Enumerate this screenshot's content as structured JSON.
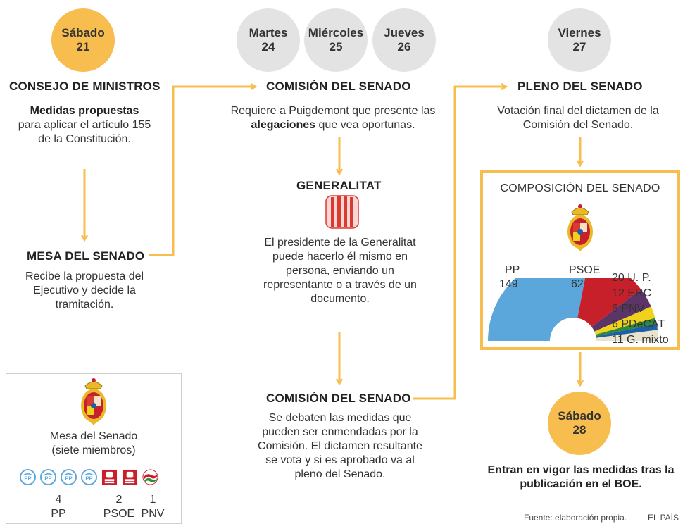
{
  "dates": {
    "sat21": {
      "day": "Sábado",
      "num": "21"
    },
    "tue24": {
      "day": "Martes",
      "num": "24"
    },
    "wed25": {
      "day": "Miércoles",
      "num": "25"
    },
    "thu26": {
      "day": "Jueves",
      "num": "26"
    },
    "fri27": {
      "day": "Viernes",
      "num": "27"
    },
    "sat28": {
      "day": "Sábado",
      "num": "28"
    }
  },
  "consejo": {
    "title": "CONSEJO DE MINISTROS",
    "text_bold": "Medidas propuestas",
    "text_rest": "para aplicar el artículo 155 de la Constitución."
  },
  "mesa": {
    "title": "MESA DEL SENADO",
    "text": "Recibe la propuesta del Ejecutivo y decide la tramitación."
  },
  "comision1": {
    "title": "COMISIÓN DEL SENADO",
    "text_a": "Requiere a Puigdemont que presente las",
    "text_bold": "alegaciones",
    "text_b": "que vea oportunas."
  },
  "generalitat": {
    "title": "GENERALITAT",
    "text": "El presidente de la Generalitat puede hacerlo él mismo en persona, enviando un representante o a través de un documento."
  },
  "comision2": {
    "title": "COMISIÓN DEL SENADO",
    "text": "Se debaten las medidas que pueden ser enmendadas por la Comisión. El dictamen resultante se vota y si es aprobado va al pleno del Senado."
  },
  "pleno": {
    "title": "PLENO DEL SENADO",
    "text": "Votación final del dictamen de la Comisión del Senado."
  },
  "composicion": {
    "title": "COMPOSICIÓN DEL SENADO",
    "labels": {
      "pp_name": "PP",
      "pp_seats": "149",
      "psoe_name": "PSOE",
      "psoe_seats": "62",
      "up": "20 U. P.",
      "erc": "12 ERC",
      "pnv": "6 PNV",
      "pdecat": "6 PDeCAT",
      "mixto": "11 G. mixto"
    }
  },
  "chart_data": {
    "type": "pie",
    "title": "COMPOSICIÓN DEL SENADO",
    "series": [
      {
        "name": "PP",
        "value": 149,
        "color": "#5ba7dc"
      },
      {
        "name": "PSOE",
        "value": 62,
        "color": "#c8202a"
      },
      {
        "name": "U. P.",
        "value": 20,
        "color": "#5b3568"
      },
      {
        "name": "ERC",
        "value": 12,
        "color": "#f0d21a"
      },
      {
        "name": "PNV",
        "value": 6,
        "color": "#2e8a3a"
      },
      {
        "name": "PDeCAT",
        "value": 6,
        "color": "#1c5fa5"
      },
      {
        "name": "G. mixto",
        "value": 11,
        "color": "#e8e3cc"
      }
    ]
  },
  "final": {
    "text": "Entran en vigor las medidas tras la publicación en el BOE."
  },
  "mesa_box": {
    "caption_line1": "Mesa del Senado",
    "caption_line2": "(siete miembros)",
    "pp_count": "4",
    "pp_name": "PP",
    "psoe_count": "2",
    "psoe_name": "PSOE",
    "pnv_count": "1",
    "pnv_name": "PNV"
  },
  "footer": {
    "source": "Fuente: elaboración propia.",
    "brand": "EL PAÍS"
  },
  "colors": {
    "accent": "#f8bd4f",
    "date_gray": "#e3e3e3",
    "pp_blue": "#5ba7dc",
    "psoe_red": "#c8202a"
  }
}
